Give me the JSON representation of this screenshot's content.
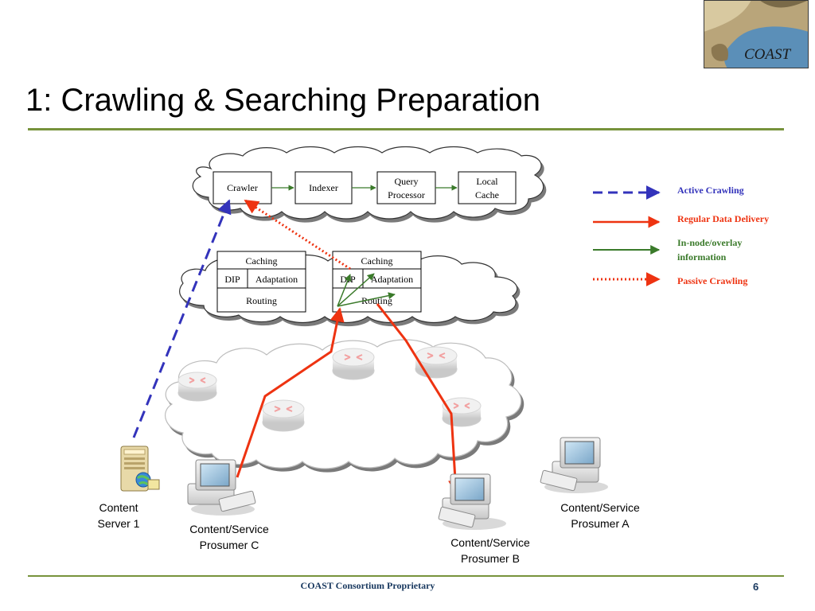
{
  "slide": {
    "title": "1: Crawling & Searching Preparation",
    "logo_text": "COAST",
    "footer": "COAST Consortium Proprietary",
    "page_number": "6"
  },
  "pipeline": {
    "boxes": [
      "Crawler",
      "Indexer",
      "Query Processor",
      "Local Cache"
    ]
  },
  "overlay_nodes": {
    "caching": "Caching",
    "dip": "DIP",
    "adaptation": "Adaptation",
    "routing": "Routing"
  },
  "legend": [
    {
      "label": "Active Crawling",
      "color": "#3333bb",
      "style": "dashed"
    },
    {
      "label": "Regular Data Delivery",
      "color": "#ee3311",
      "style": "solid"
    },
    {
      "label": "In-node/overlay information",
      "color": "#3a7a2a",
      "style": "solid"
    },
    {
      "label": "Passive Crawling",
      "color": "#ee3311",
      "style": "dotted"
    }
  ],
  "devices": {
    "content_server": "Content Server 1",
    "prosumer_a": "Content/Service Prosumer A",
    "prosumer_b": "Content/Service Prosumer B",
    "prosumer_c": "Content/Service Prosumer C"
  },
  "colors": {
    "rule": "#77933c",
    "active": "#3333bb",
    "regular": "#ee3311",
    "overlay": "#3a7a2a",
    "footer": "#17375e"
  }
}
